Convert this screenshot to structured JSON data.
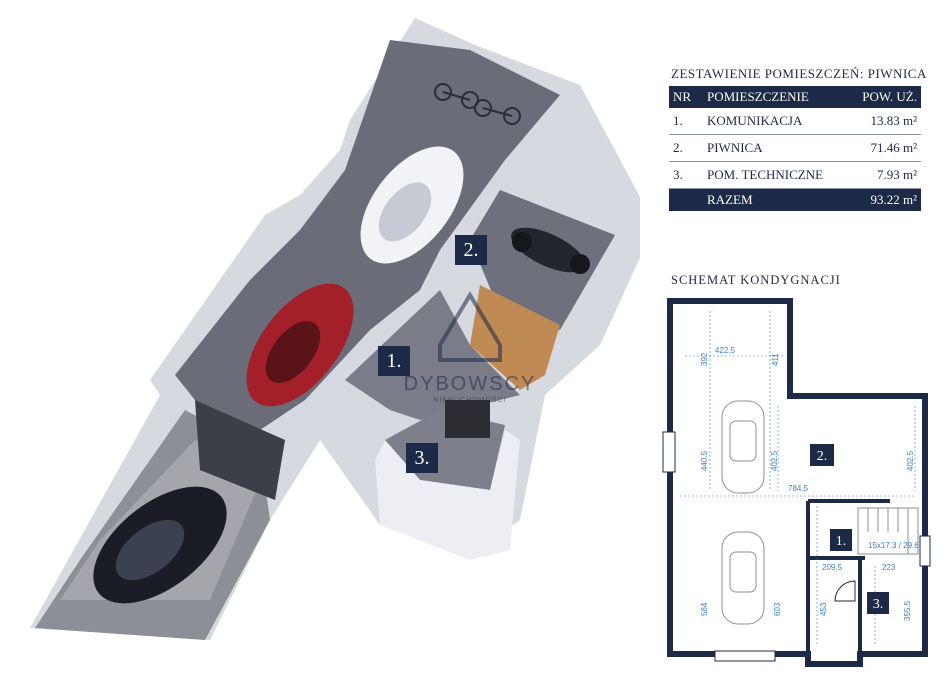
{
  "table": {
    "title": "ZESTAWIENIE POMIESZCZEŃ: PIWNICA",
    "headers": {
      "nr": "NR",
      "room": "POMIESZCZENIE",
      "area": "POW. UŻ."
    },
    "rows": [
      {
        "nr": "1.",
        "name": "KOMUNIKACJA",
        "area": "13.83 m²"
      },
      {
        "nr": "2.",
        "name": "PIWNICA",
        "area": "71.46 m²"
      },
      {
        "nr": "3.",
        "name": "POM. TECHNICZNE",
        "area": "7.93 m²"
      }
    ],
    "total": {
      "label": "RAZEM",
      "area": "93.22 m²"
    }
  },
  "schema": {
    "title": "SCHEMAT KONDYGNACJI",
    "dimensions": [
      "422.5",
      "392",
      "411",
      "440.5",
      "402.5",
      "402.5",
      "784.5",
      "209.5",
      "223",
      "453",
      "584",
      "603",
      "355.5"
    ],
    "stairs_label": "15x17.3 / 29.6",
    "room_numbers": [
      "1.",
      "2.",
      "3."
    ]
  },
  "render": {
    "room_numbers": [
      "1.",
      "2.",
      "3."
    ],
    "watermark_brand": "DYBOWSCY",
    "watermark_sub": "NIERUCHOMOŚCI"
  },
  "colors": {
    "navy": "#1c2a48",
    "dimension_blue": "#3a7fd0",
    "floor": "#6a6d78",
    "wall": "#e8e9ee"
  }
}
